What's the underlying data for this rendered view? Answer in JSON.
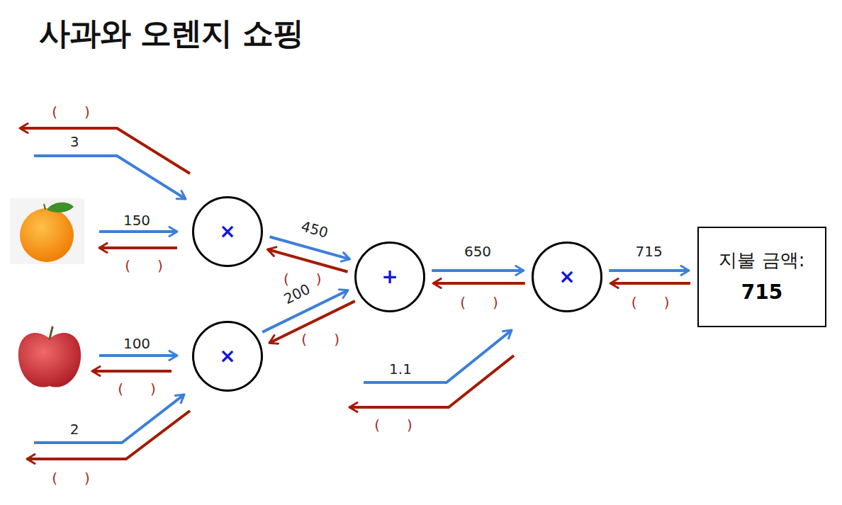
{
  "diagram": {
    "title": "사과와 오렌지 쇼핑",
    "nodes": [
      {
        "text": [
          "×"
        ]
      },
      {
        "text": [
          "×"
        ]
      },
      {
        "text": [
          "+"
        ]
      },
      {
        "text": [
          "×"
        ]
      },
      {
        "text": [
          "지불 금액:",
          "715"
        ]
      }
    ],
    "edges": [
      {
        "from": 0,
        "to": 2,
        "label": "450",
        "arrow": "to"
      },
      {
        "from": 2,
        "to": 0,
        "label": "(      )",
        "arrow": "to"
      },
      {
        "from": 1,
        "to": 2,
        "label": "200",
        "arrow": "to"
      },
      {
        "from": 2,
        "to": 1,
        "label": "(      )",
        "arrow": "to"
      },
      {
        "from": 2,
        "to": 3,
        "label": "650",
        "arrow": "to"
      },
      {
        "from": 3,
        "to": 2,
        "label": "(      )",
        "arrow": "to"
      },
      {
        "from": 3,
        "to": 4,
        "label": "715",
        "arrow": "to"
      },
      {
        "from": 4,
        "to": 3,
        "label": "(      )",
        "arrow": "to"
      }
    ],
    "labels": [
      "(      )",
      "3",
      "150",
      "(      )",
      "100",
      "(      )",
      "1.1",
      "(      )",
      "2",
      "(      )"
    ]
  }
}
